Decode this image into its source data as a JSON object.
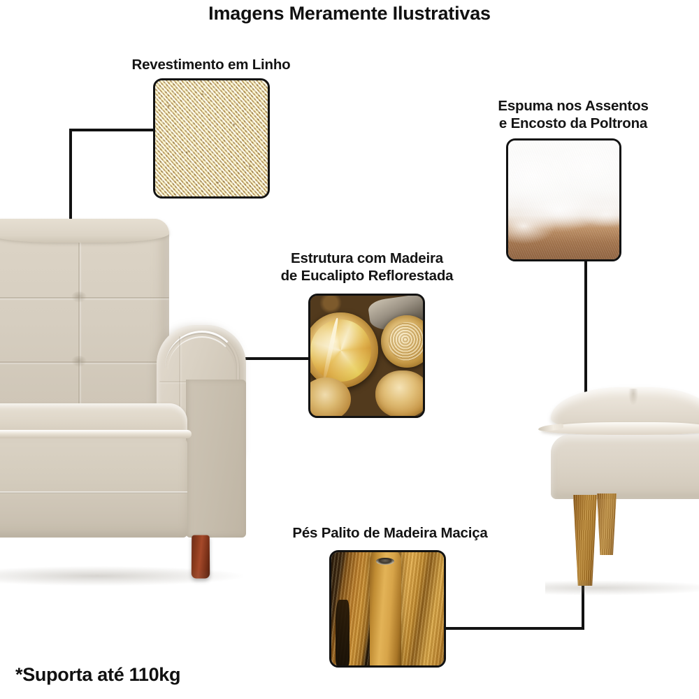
{
  "page": {
    "title": "Imagens Meramente Ilustrativas",
    "footnote": "*Suporta até 110kg",
    "background_color": "#ffffff",
    "line_color": "#121212"
  },
  "features": [
    {
      "id": "linho",
      "label_line1": "Revestimento em Linho",
      "label_line2": "",
      "swatch": "linen-fabric-texture",
      "swatch_colors": [
        "#ddc9a0",
        "#f2e4bf",
        "#c8ae7f"
      ]
    },
    {
      "id": "espuma",
      "label_line1": "Espuma nos Assentos",
      "label_line2": "e Encosto da Poltrona",
      "swatch": "white-foam-fiber",
      "swatch_colors": [
        "#fdfdfd",
        "#b98a5e",
        "#8a5c38"
      ]
    },
    {
      "id": "madeira",
      "label_line1": "Estrutura com Madeira",
      "label_line2": "de Eucalipto Reflorestada",
      "swatch": "stacked-eucalyptus-logs",
      "swatch_colors": [
        "#eccf8d",
        "#c28f3a",
        "#4a3520"
      ]
    },
    {
      "id": "pes",
      "label_line1": "Pés Palito de Madeira Maciça",
      "label_line2": "",
      "swatch": "solid-wood-tapered-legs",
      "swatch_colors": [
        "#e3b357",
        "#b97c2a",
        "#1c1208"
      ]
    }
  ],
  "products": {
    "armchair": {
      "name": "poltrona",
      "upholstery_color": "#d8d0c2",
      "foot_color": "#8d3c1d"
    },
    "ottoman": {
      "name": "puff",
      "upholstery_color": "#ddd5c8",
      "leg_color": "#c18f3c"
    }
  }
}
